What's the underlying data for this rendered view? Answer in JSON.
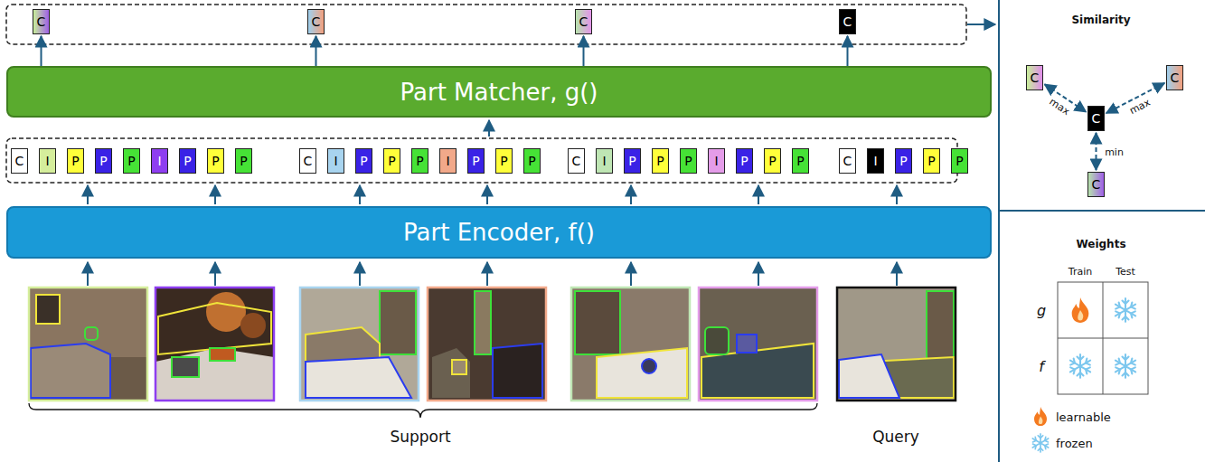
{
  "diagram": {
    "nodes": [
      {
        "text": [
          "C"
        ]
      },
      {
        "text": [
          "C"
        ]
      },
      {
        "text": [
          "C"
        ]
      },
      {
        "text": [
          "C"
        ]
      },
      {
        "text": [
          "C"
        ]
      },
      {
        "text": [
          "C"
        ]
      },
      {
        "text": [
          "C"
        ]
      },
      {
        "text": [
          "C"
        ]
      },
      {
        "text": [
          "Part Matcher, g()"
        ]
      },
      {
        "text": [
          "C"
        ]
      },
      {
        "text": [
          "I"
        ]
      },
      {
        "text": [
          "P"
        ]
      },
      {
        "text": [
          "P"
        ]
      },
      {
        "text": [
          "P"
        ]
      },
      {
        "text": [
          "I"
        ]
      },
      {
        "text": [
          "P"
        ]
      },
      {
        "text": [
          "P"
        ]
      },
      {
        "text": [
          "P"
        ]
      },
      {
        "text": [
          "C"
        ]
      },
      {
        "text": [
          "I"
        ]
      },
      {
        "text": [
          "P"
        ]
      },
      {
        "text": [
          "P"
        ]
      },
      {
        "text": [
          "P"
        ]
      },
      {
        "text": [
          "I"
        ]
      },
      {
        "text": [
          "P"
        ]
      },
      {
        "text": [
          "P"
        ]
      },
      {
        "text": [
          "P"
        ]
      },
      {
        "text": [
          "C"
        ]
      },
      {
        "text": [
          "I"
        ]
      },
      {
        "text": [
          "P"
        ]
      },
      {
        "text": [
          "P"
        ]
      },
      {
        "text": [
          "P"
        ]
      },
      {
        "text": [
          "I"
        ]
      },
      {
        "text": [
          "P"
        ]
      },
      {
        "text": [
          "P"
        ]
      },
      {
        "text": [
          "P"
        ]
      },
      {
        "text": [
          "C"
        ]
      },
      {
        "text": [
          "I"
        ]
      },
      {
        "text": [
          "P"
        ]
      },
      {
        "text": [
          "P"
        ]
      },
      {
        "text": [
          "P"
        ]
      },
      {
        "text": [
          "Part Encoder, f()"
        ]
      }
    ],
    "edges": [
      {
        "from": 8,
        "to": 0,
        "arrow": "to"
      },
      {
        "from": 8,
        "to": 1,
        "arrow": "to"
      },
      {
        "from": 8,
        "to": 2,
        "arrow": "to"
      },
      {
        "from": 8,
        "to": 3,
        "arrow": "to"
      },
      {
        "from": 4,
        "to": 6,
        "label": "max",
        "arrow": "both"
      },
      {
        "from": 5,
        "to": 6,
        "label": "max",
        "arrow": "both"
      },
      {
        "from": 6,
        "to": 7,
        "label": "min",
        "arrow": "both"
      }
    ],
    "labels": [
      "Support",
      "Query",
      "Similarity",
      "Weights",
      "Train",
      "Test",
      "g",
      "f"
    ],
    "legend": [
      {
        "text": "learnable"
      },
      {
        "text": "frozen"
      }
    ]
  }
}
